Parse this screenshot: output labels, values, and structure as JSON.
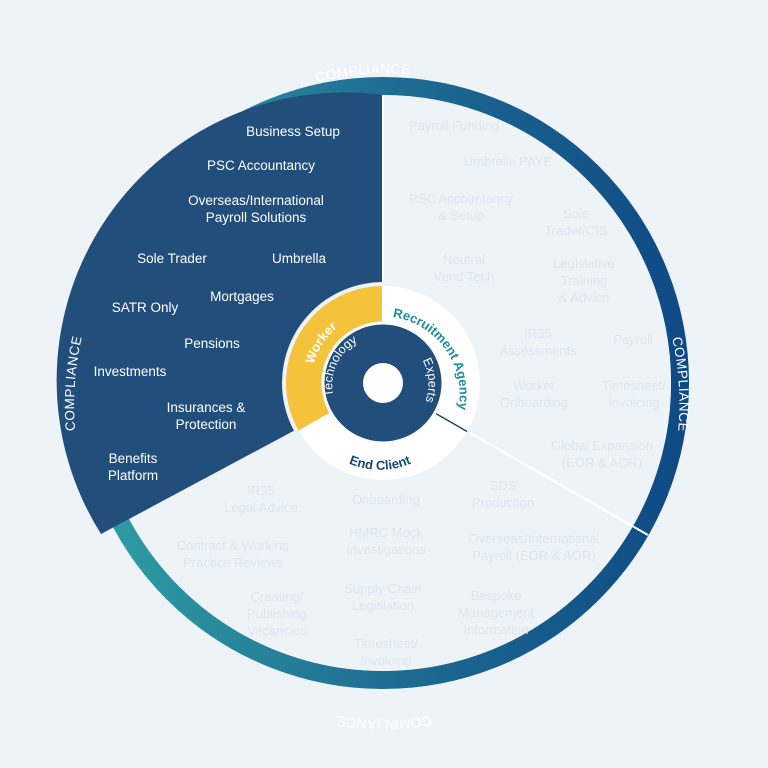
{
  "ring_label": "COMPLIANCE",
  "worker": {
    "title": "Worker",
    "items": [
      "Business Setup",
      "PSC Accountancy",
      "Overseas/International",
      "Payroll Solutions",
      "Sole Trader",
      "Umbrella",
      "Mortgages",
      "SATR Only",
      "Pensions",
      "Investments",
      "Insurances &",
      "Protection",
      "Benefits",
      "Platform"
    ]
  },
  "agency": {
    "title": "Recruitment Agency",
    "items": [
      "Payroll Funding",
      "Umbrella PAYE",
      "PSC Accountancy",
      "& Setup",
      "Sole",
      "Trader/CIS",
      "Neutral",
      "Vend Tech",
      "Legislative",
      "Training",
      "& Advice",
      "IR35",
      "Assessments",
      "Payroll",
      "Worker",
      "Onboarding",
      "Timesheet/",
      "Invoicing",
      "Global Expansion",
      "(EOR & AOR)"
    ]
  },
  "client": {
    "title": "End Client",
    "items": [
      "IR35",
      "Legal Advice",
      "Onboarding",
      "SDS",
      "Production",
      "Contract & Working",
      "Practice Reviews",
      "HMRC Mock",
      "Investigations",
      "Overseas/International",
      "Payroll (EOR & AOR)",
      "Creating/",
      "Publishing",
      "Vacancies",
      "Supply Chain",
      "Legislation",
      "Bespoke",
      "Management",
      "Information",
      "Timesheet/",
      "Invoicing"
    ]
  },
  "core": {
    "technology": "Technology",
    "experts": "Experts"
  },
  "colors": {
    "background": "#eef3f8",
    "ring_teal": "#2f9aa2",
    "ring_navy": "#12487e",
    "worker_sector": "#224e7b",
    "worker_hub": "#f5c33b",
    "faded_text": "#dce6ef",
    "white": "#ffffff",
    "hub_teal_text": "#1d8e9a",
    "hub_navy_text": "#134a7a"
  }
}
